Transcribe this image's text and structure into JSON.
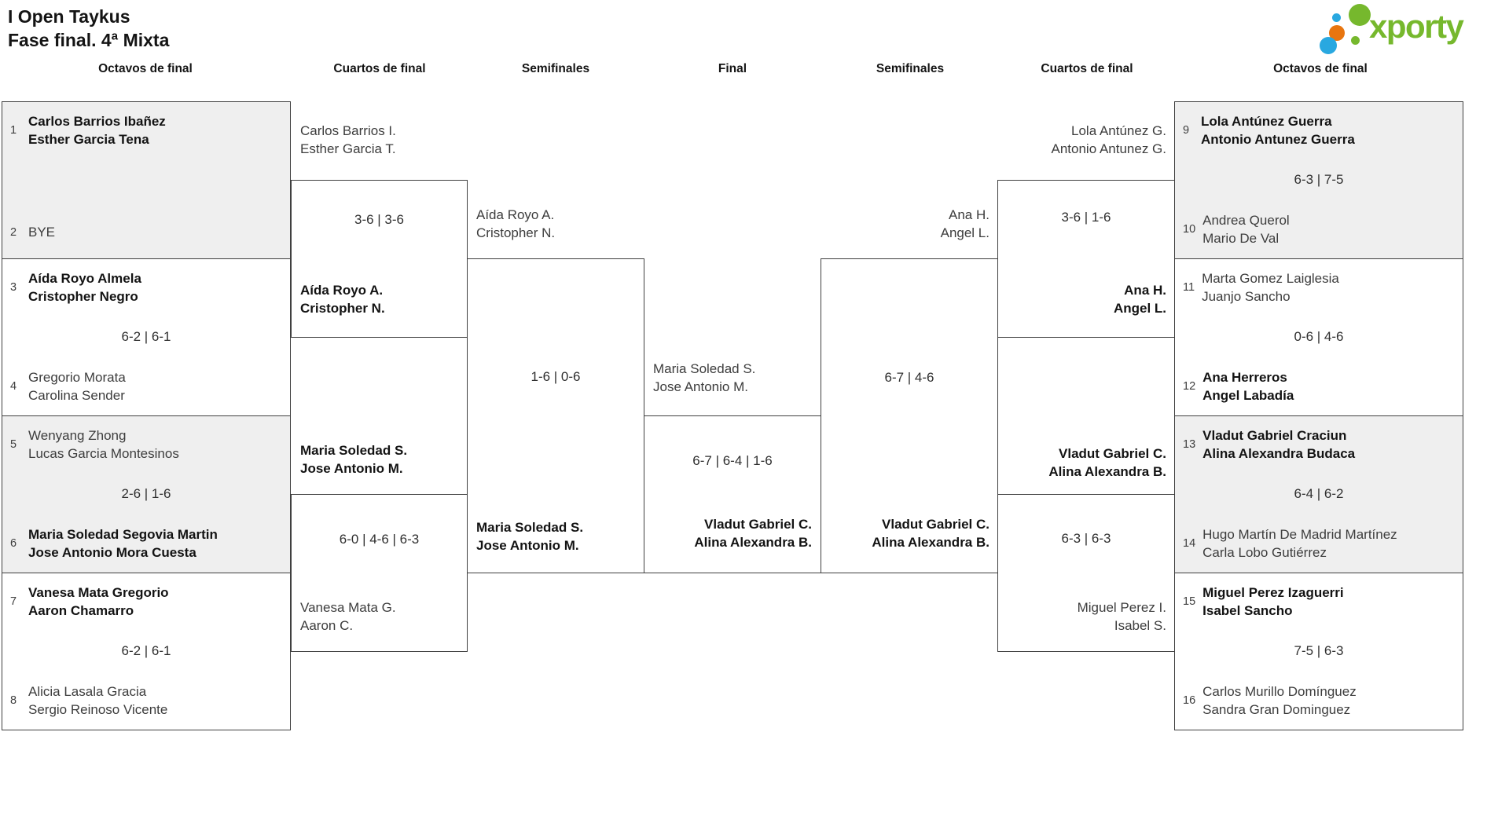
{
  "title": {
    "line1": "I Open Taykus",
    "line2": "Fase final. 4ª Mixta"
  },
  "logo": {
    "text": "xporty",
    "green": "#76b82d",
    "blue": "#29a8e0",
    "orange": "#e8750f"
  },
  "headers": {
    "octavos_left": "Octavos de final",
    "cuartos_left": "Cuartos de final",
    "semis_left": "Semifinales",
    "final": "Final",
    "semis_right": "Semifinales",
    "cuartos_right": "Cuartos de final",
    "octavos_right": "Octavos de final"
  },
  "octavos_left": [
    {
      "score": "",
      "top": {
        "seed": "1",
        "p1": "Carlos Barrios Ibañez",
        "p2": "Esther Garcia Tena",
        "winner": true
      },
      "bottom": {
        "seed": "2",
        "p1": "BYE",
        "winner": false
      }
    },
    {
      "score": "6-2 | 6-1",
      "top": {
        "seed": "3",
        "p1": "Aída Royo Almela",
        "p2": "Cristopher Negro",
        "winner": true
      },
      "bottom": {
        "seed": "4",
        "p1": "Gregorio Morata",
        "p2": "Carolina Sender",
        "winner": false
      }
    },
    {
      "score": "2-6 | 1-6",
      "top": {
        "seed": "5",
        "p1": "Wenyang Zhong",
        "p2": "Lucas Garcia Montesinos",
        "winner": false
      },
      "bottom": {
        "seed": "6",
        "p1": "Maria Soledad Segovia Martin",
        "p2": "Jose Antonio Mora Cuesta",
        "winner": true
      }
    },
    {
      "score": "6-2 | 6-1",
      "top": {
        "seed": "7",
        "p1": "Vanesa Mata Gregorio",
        "p2": "Aaron Chamarro",
        "winner": true
      },
      "bottom": {
        "seed": "8",
        "p1": "Alicia Lasala Gracia",
        "p2": "Sergio Reinoso Vicente",
        "winner": false
      }
    }
  ],
  "octavos_right": [
    {
      "score": "6-3 | 7-5",
      "top": {
        "seed": "9",
        "p1": "Lola Antúnez Guerra",
        "p2": "Antonio Antunez Guerra",
        "winner": true
      },
      "bottom": {
        "seed": "10",
        "p1": "Andrea Querol",
        "p2": "Mario De Val",
        "winner": false
      }
    },
    {
      "score": "0-6 | 4-6",
      "top": {
        "seed": "11",
        "p1": "Marta Gomez Laiglesia",
        "p2": "Juanjo Sancho",
        "winner": false
      },
      "bottom": {
        "seed": "12",
        "p1": "Ana Herreros",
        "p2": "Angel Labadía",
        "winner": true
      }
    },
    {
      "score": "6-4 | 6-2",
      "top": {
        "seed": "13",
        "p1": "Vladut Gabriel Craciun",
        "p2": "Alina Alexandra Budaca",
        "winner": true
      },
      "bottom": {
        "seed": "14",
        "p1": "Hugo Martín De Madrid Martínez",
        "p2": "Carla Lobo Gutiérrez",
        "winner": false
      }
    },
    {
      "score": "7-5 | 6-3",
      "top": {
        "seed": "15",
        "p1": "Miguel Perez Izaguerri",
        "p2": "Isabel Sancho",
        "winner": true
      },
      "bottom": {
        "seed": "16",
        "p1": "Carlos Murillo Domínguez",
        "p2": "Sandra Gran Dominguez",
        "winner": false
      }
    }
  ],
  "cuartos_left": [
    {
      "score": "3-6 | 3-6",
      "top": {
        "p1": "Carlos Barrios I.",
        "p2": "Esther Garcia T.",
        "winner": false
      },
      "bottom": {
        "p1": "Aída Royo A.",
        "p2": "Cristopher N.",
        "winner": true
      }
    },
    {
      "score": "6-0 | 4-6 | 6-3",
      "top": {
        "p1": "Maria Soledad S.",
        "p2": "Jose Antonio M.",
        "winner": true
      },
      "bottom": {
        "p1": "Vanesa Mata G.",
        "p2": "Aaron C.",
        "winner": false
      }
    }
  ],
  "cuartos_right": [
    {
      "score": "3-6 | 1-6",
      "top": {
        "p1": "Lola Antúnez G.",
        "p2": "Antonio Antunez G.",
        "winner": false
      },
      "bottom": {
        "p1": "Ana H.",
        "p2": "Angel L.",
        "winner": true
      }
    },
    {
      "score": "6-3 | 6-3",
      "top": {
        "p1": "Vladut Gabriel C.",
        "p2": "Alina Alexandra B.",
        "winner": true
      },
      "bottom": {
        "p1": "Miguel Perez I.",
        "p2": "Isabel S.",
        "winner": false
      }
    }
  ],
  "semifinal_left": {
    "score": "1-6 | 0-6",
    "top": {
      "p1": "Aída Royo A.",
      "p2": "Cristopher N.",
      "winner": false
    },
    "bottom": {
      "p1": "Maria Soledad S.",
      "p2": "Jose Antonio M.",
      "winner": true
    }
  },
  "semifinal_right": {
    "score": "6-7 | 4-6",
    "top": {
      "p1": "Ana H.",
      "p2": "Angel L.",
      "winner": false
    },
    "bottom": {
      "p1": "Vladut Gabriel C.",
      "p2": "Alina Alexandra B.",
      "winner": true
    }
  },
  "final": {
    "score": "6-7 | 6-4 | 1-6",
    "top": {
      "p1": "Maria Soledad S.",
      "p2": "Jose Antonio M.",
      "winner": false
    },
    "bottom": {
      "p1": "Vladut Gabriel C.",
      "p2": "Alina Alexandra B.",
      "winner": true
    }
  }
}
